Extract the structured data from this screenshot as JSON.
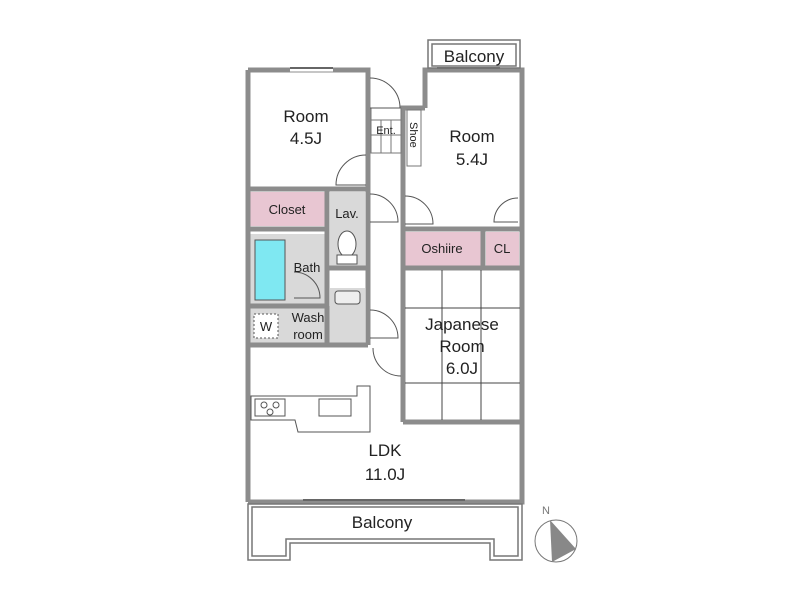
{
  "plan": {
    "rooms": {
      "room1_name": "Room",
      "room1_size": "4.5J",
      "room2_name": "Room",
      "room2_size": "5.4J",
      "japanese_name1": "Japanese",
      "japanese_name2": "Room",
      "japanese_size": "6.0J",
      "ldk_name": "LDK",
      "ldk_size": "11.0J",
      "closet": "Closet",
      "lav": "Lav.",
      "bath": "Bath",
      "wash1": "Wash",
      "wash2": "room",
      "washer": "W",
      "entrance": "Ent.",
      "shoe": "Shoe",
      "oshiire": "Oshiire",
      "cl": "CL",
      "balcony_top": "Balcony",
      "balcony_bottom": "Balcony"
    },
    "compass": "N",
    "colors": {
      "wall": "#8c8c8c",
      "storage": "#e8c6d2",
      "wet": "#d9d9d9",
      "tub": "#7fe8f2"
    }
  }
}
